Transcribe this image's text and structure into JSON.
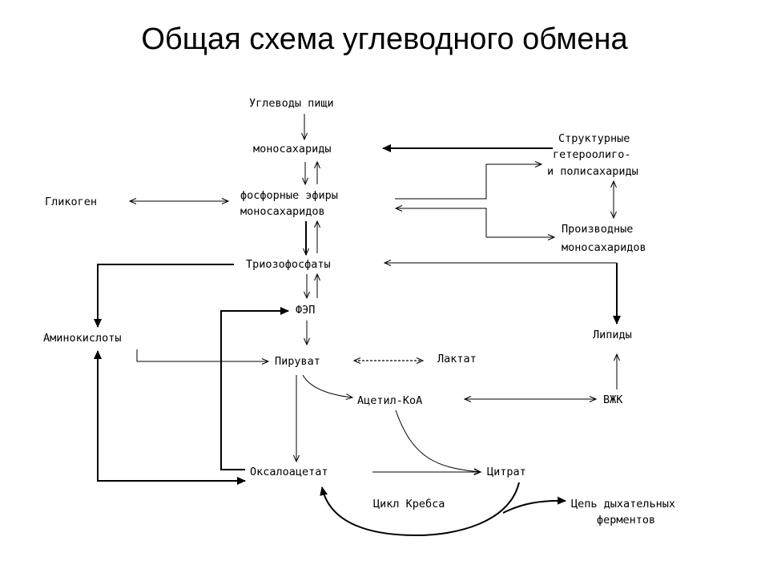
{
  "title": "Общая схема углеводного обмена",
  "nodes": {
    "food_carbs": "Углеводы пищи",
    "monosaccharides": "моносахариды",
    "structural_l1": "Структурные",
    "structural_l2": "гетероолиго-",
    "structural_l3": "и полисахариды",
    "glycogen": "Гликоген",
    "phospho_l1": "фосфорные эфиры",
    "phospho_l2": "моносахаридов",
    "derivatives_l1": "Производные",
    "derivatives_l2": "моносахаридов",
    "triose": "Триозофосфаты",
    "aminoacids": "Аминокислоты",
    "pep": "ФЭП",
    "lipids": "Липиды",
    "pyruvate": "Пируват",
    "lactate": "Лактат",
    "acetylcoa": "Ацетил-КоА",
    "ffa": "ВЖК",
    "oxaloacetate": "Оксалоацетат",
    "citrate": "Цитрат",
    "krebs": "Цикл Кребса",
    "resp_l1": "Цепь дыхательных",
    "resp_l2": "ферментов"
  }
}
